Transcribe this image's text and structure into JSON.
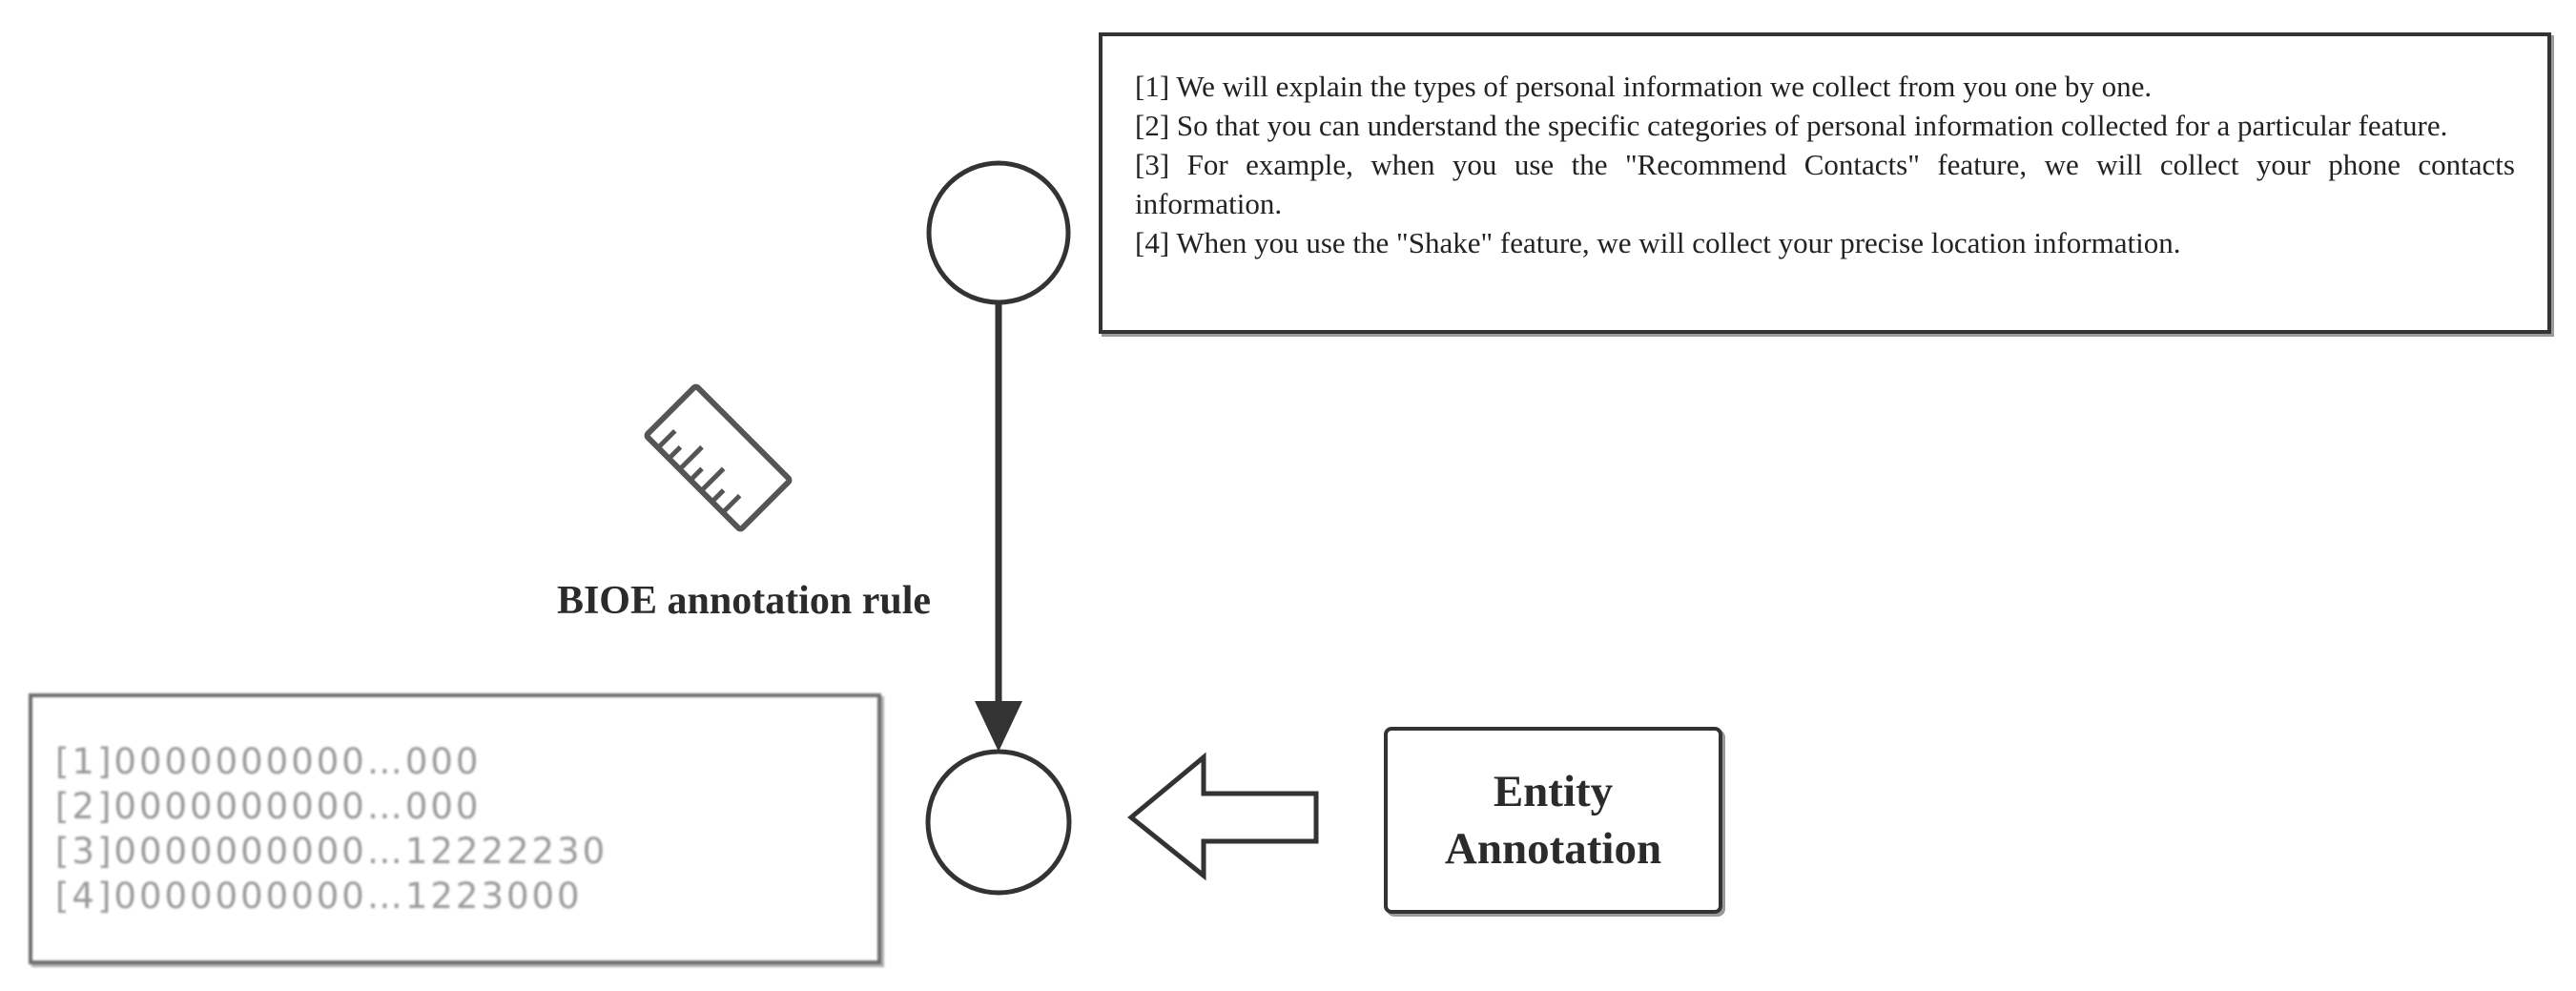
{
  "policy_text": {
    "sentences": [
      "[1] We will explain the types of personal information we collect from you one by one.",
      "[2] So that you can understand the specific categories of personal information collected for a particular feature.",
      "[3] For example, when you use the \"Recommend Contacts\" feature, we will collect your phone contacts information.",
      "[4] When you use the \"Shake\" feature, we will collect your precise location information."
    ]
  },
  "rule_label": "BIOE annotation rule",
  "entity_box": {
    "line1": "Entity",
    "line2": "Annotation"
  },
  "label_sequences": [
    "[1]0000000000…000",
    "[2]0000000000…000",
    "[3]0000000000…12222230",
    "[4]0000000000…1223000"
  ],
  "icons": {
    "rule": "ruler-icon"
  },
  "colors": {
    "stroke": "#333333",
    "faded_text": "#9a9a9a"
  }
}
